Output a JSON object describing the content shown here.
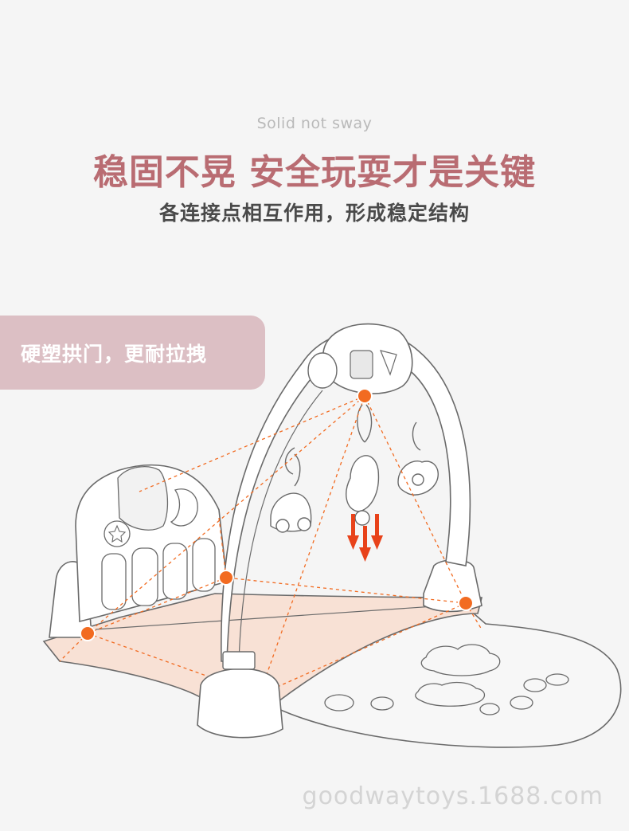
{
  "header": {
    "subtitle_en": "Solid not sway",
    "headline": "稳固不晃 安全玩耍才是关键",
    "description": "各连接点相互作用，形成稳定结构"
  },
  "feature_badge": {
    "label": "硬塑拱门，更耐拉拽"
  },
  "watermark": "goodwaytoys.1688.com",
  "colors": {
    "background": "#f5f5f5",
    "headline": "#b96c72",
    "badge_bg": "#dcbfc4",
    "marker": "#f26b21",
    "floor_fill": "#f8e1d5",
    "line": "#6a6a6a"
  }
}
